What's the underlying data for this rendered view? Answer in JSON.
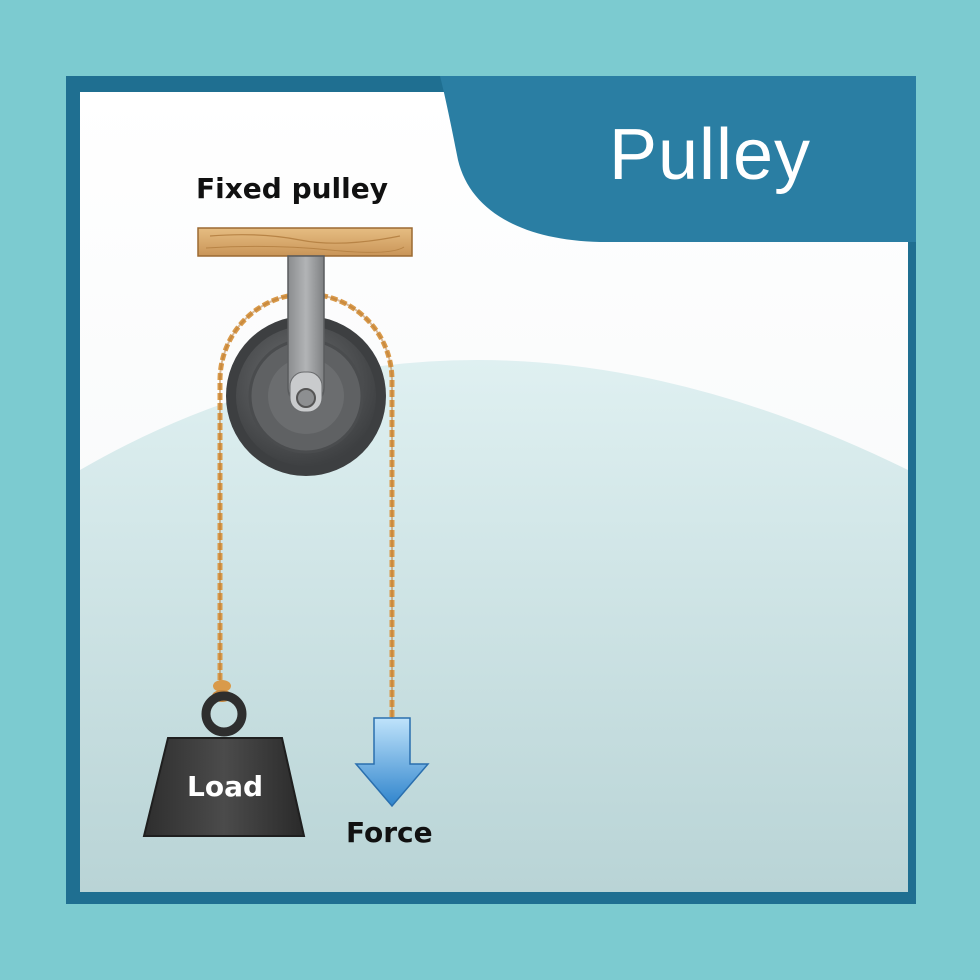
{
  "title": "Pulley",
  "labels": {
    "fixed_pulley": "Fixed pulley",
    "load": "Load",
    "force": "Force"
  },
  "colors": {
    "background": "#7ccbd0",
    "card_border": "#1f6f91",
    "banner": "#2a7ea3",
    "wood": "#d9ad6f",
    "rope": "#d99a4a",
    "weight": "#3a3a3a",
    "arrow": "#3a8fd6"
  },
  "icons": {
    "pulley": "pulley-wheel-icon",
    "weight": "weight-icon",
    "arrow": "arrow-down-icon"
  }
}
